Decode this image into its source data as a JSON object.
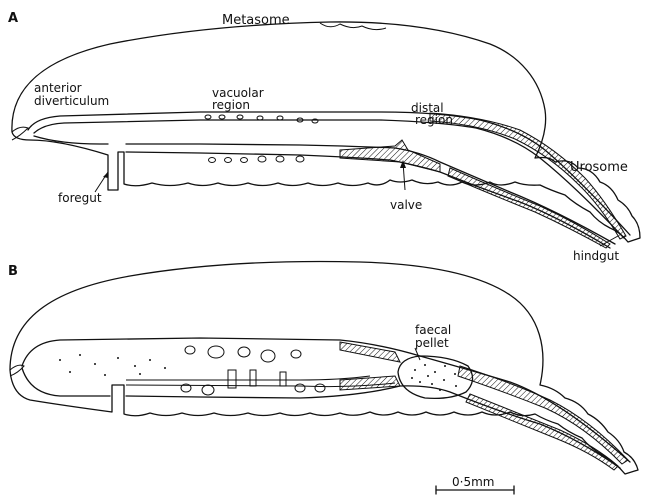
{
  "panels": [
    {
      "id": "A",
      "letter": "A",
      "labels": {
        "metasome": "Metasome",
        "anterior": "anterior",
        "diverticulum": "diverticulum",
        "vacuolar": "vacuolar",
        "region1": "region",
        "distal": "distal",
        "region2": "region",
        "urosome": "Urosome",
        "foregut": "foregut",
        "valve": "valve",
        "hindgut": "hindgut"
      }
    },
    {
      "id": "B",
      "letter": "B",
      "labels": {
        "faecal": "faecal",
        "pellet": "pellet"
      }
    }
  ],
  "scale_bar": {
    "label": "0·5mm"
  }
}
